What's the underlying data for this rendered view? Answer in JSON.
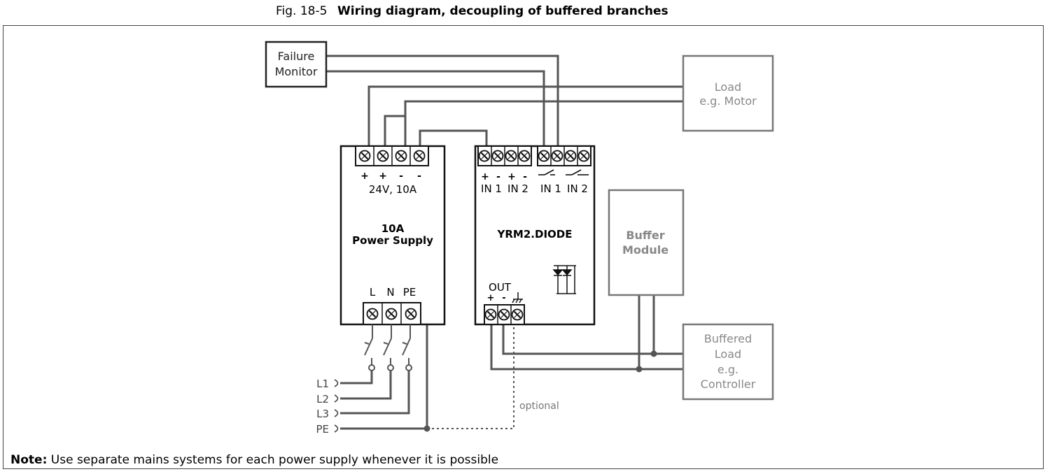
{
  "caption": {
    "number": "Fig. 18-5",
    "title": "Wiring diagram, decoupling of buffered branches"
  },
  "failure_monitor": {
    "line1": "Failure",
    "line2": "Monitor"
  },
  "load_motor": {
    "line1": "Load",
    "line2": "e.g. Motor"
  },
  "power_supply": {
    "terminal_signs": [
      "+",
      "+",
      "-",
      "-"
    ],
    "rating": "24V, 10A",
    "name_line1": "10A",
    "name_line2": "Power Supply",
    "input_labels": [
      "L",
      "N",
      "PE"
    ]
  },
  "diode_module": {
    "input_signs": [
      "+",
      "-",
      "+",
      "-"
    ],
    "input_labels": [
      "IN 1",
      "IN 2",
      "IN 1",
      "IN 2"
    ],
    "name": "YRM2.DIODE",
    "out_label": "OUT",
    "out_signs": [
      "+",
      "-"
    ]
  },
  "buffer_module": {
    "line1": "Buffer",
    "line2": "Module"
  },
  "buffered_load": {
    "line1": "Buffered",
    "line2": "Load",
    "line3": "e.g.",
    "line4": "Controller"
  },
  "mains_lines": [
    "L1",
    "L2",
    "L3",
    "PE"
  ],
  "optional_label": "optional",
  "note": {
    "label": "Note:",
    "text": " Use separate mains systems for each power supply whenever it is possible"
  },
  "colors": {
    "wire": "#555555",
    "box": "#222222",
    "grey_text": "#888888",
    "grey_box": "#777777"
  }
}
